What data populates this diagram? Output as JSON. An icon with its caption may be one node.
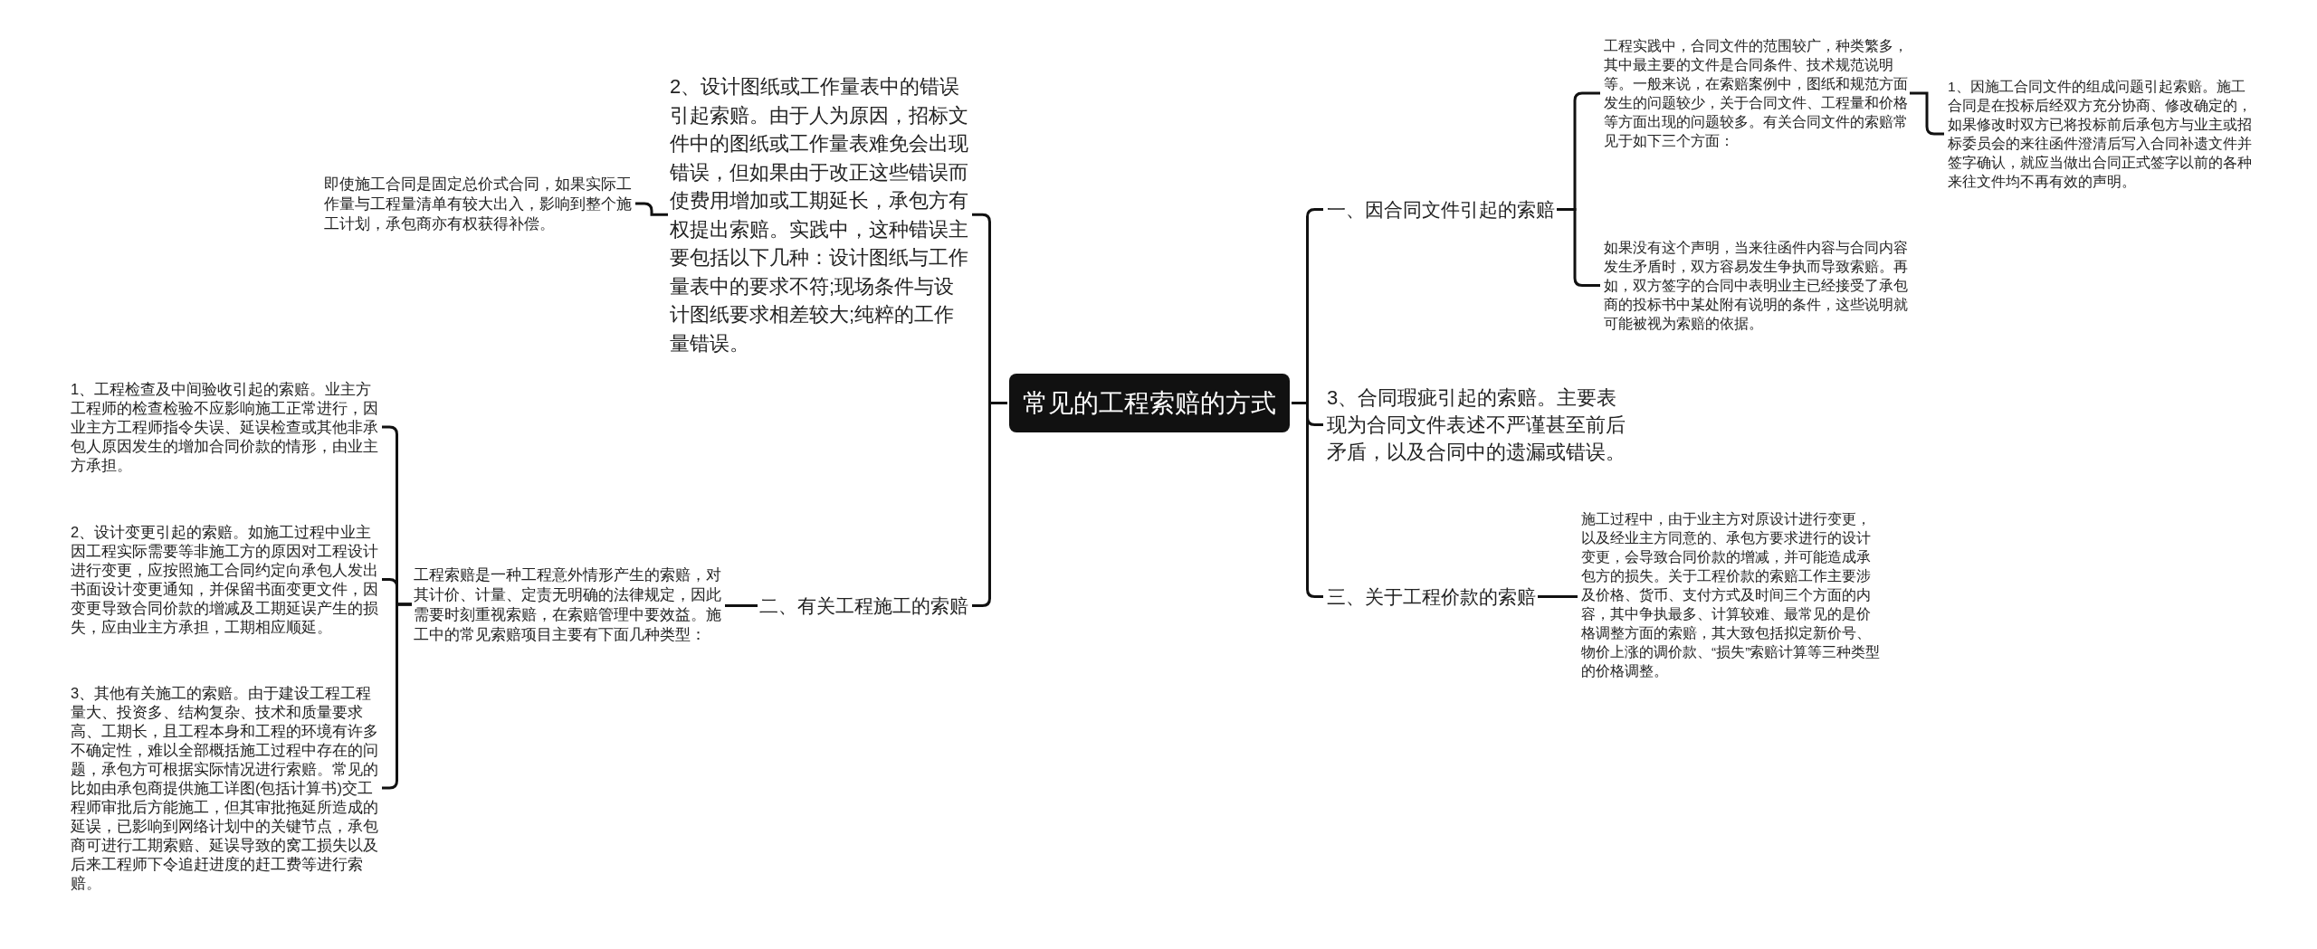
{
  "diagram": {
    "nodes": [
      {
        "text": [
          "常见的工程索赔的方式"
        ]
      },
      {
        "text": [
          "2、设计图纸或工作量表中的错误引起索赔。由于人为原因，招标文件中的图纸或工作量表难免会出现错误，但如果由于改正这些错误而使费用增加或工期延长，承包方有权提出索赔。实践中，这种错误主要包括以下几种：设计图纸与工作量表中的要求不符;现场条件与设计图纸要求相差较大;纯粹的工作量错误。"
        ]
      },
      {
        "text": [
          "即使施工合同是固定总价式合同，如果实际工作量与工程量清单有较大出入，影响到整个施工计划，承包商亦有权获得补偿。"
        ]
      },
      {
        "text": [
          "二、有关工程施工的索赔"
        ]
      },
      {
        "text": [
          "工程索赔是一种工程意外情形产生的索赔，对其计价、计量、定责无明确的法律规定，因此需要时刻重视索赔，在索赔管理中要效益。施工中的常见索赔项目主要有下面几种类型："
        ]
      },
      {
        "text": [
          "1、工程检查及中间验收引起的索赔。业主方工程师的检查检验不应影响施工正常进行，因业主方工程师指令失误、延误检查或其他非承包人原因发生的增加合同价款的情形，由业主方承担。"
        ]
      },
      {
        "text": [
          "2、设计变更引起的索赔。如施工过程中业主因工程实际需要等非施工方的原因对工程设计进行变更，应按照施工合同约定向承包人发出书面设计变更通知，并保留书面变更文件，因变更导致合同价款的增减及工期延误产生的损失，应由业主方承担，工期相应顺延。"
        ]
      },
      {
        "text": [
          "3、其他有关施工的索赔。由于建设工程工程量大、投资多、结构复杂、技术和质量要求高、工期长，且工程本身和工程的环境有许多不确定性，难以全部概括施工过程中存在的问题，承包方可根据实际情况进行索赔。常见的比如由承包商提供施工详图(包括计算书)交工程师审批后方能施工，但其审批拖延所造成的延误，已影响到网络计划中的关键节点，承包商可进行工期索赔、延误导致的窝工损失以及后来工程师下令追赶进度的赶工费等进行索赔。"
        ]
      },
      {
        "text": [
          "一、因合同文件引起的索赔"
        ]
      },
      {
        "text": [
          "工程实践中，合同文件的范围较广，种类繁多，其中最主要的文件是合同条件、技术规范说明等。一般来说，在索赔案例中，图纸和规范方面发生的问题较少，关于合同文件、工程量和价格等方面出现的问题较多。有关合同文件的索赔常见于如下三个方面："
        ]
      },
      {
        "text": [
          "1、因施工合同文件的组成问题引起索赔。施工合同是在投标后经双方充分协商、修改确定的，如果修改时双方已将投标前后承包方与业主或招标委员会的来往函件澄清后写入合同补遗文件并签字确认，就应当做出合同正式签字以前的各种来往文件均不再有效的声明。"
        ]
      },
      {
        "text": [
          "如果没有这个声明，当来往函件内容与合同内容发生矛盾时，双方容易发生争执而导致索赔。再如，双方签字的合同中表明业主已经接受了承包商的投标书中某处附有说明的条件，这些说明就可能被视为索赔的依据。"
        ]
      },
      {
        "text": [
          "3、合同瑕疵引起的索赔。主要表现为合同文件表述不严谨甚至前后矛盾，以及合同中的遗漏或错误。"
        ]
      },
      {
        "text": [
          "三、关于工程价款的索赔"
        ]
      },
      {
        "text": [
          "施工过程中，由于业主方对原设计进行变更，以及经业主方同意的、承包方要求进行的设计变更，会导致合同价款的增减，并可能造成承包方的损失。关于工程价款的索赔工作主要涉及价格、货币、支付方式及时间三个方面的内容，其中争执最多、计算较难、最常见的是价格调整方面的索赔，其大致包括拟定新价号、物价上涨的调价款、“损失”索赔计算等三种类型的价格调整。"
        ]
      }
    ],
    "edges": [
      {
        "from": 0,
        "to": 1,
        "arrow": "none"
      },
      {
        "from": 1,
        "to": 2,
        "arrow": "none"
      },
      {
        "from": 0,
        "to": 3,
        "arrow": "none"
      },
      {
        "from": 3,
        "to": 4,
        "arrow": "none"
      },
      {
        "from": 4,
        "to": 5,
        "arrow": "none"
      },
      {
        "from": 4,
        "to": 6,
        "arrow": "none"
      },
      {
        "from": 4,
        "to": 7,
        "arrow": "none"
      },
      {
        "from": 0,
        "to": 8,
        "arrow": "none"
      },
      {
        "from": 8,
        "to": 9,
        "arrow": "none"
      },
      {
        "from": 9,
        "to": 10,
        "arrow": "none"
      },
      {
        "from": 8,
        "to": 11,
        "arrow": "none"
      },
      {
        "from": 0,
        "to": 12,
        "arrow": "none"
      },
      {
        "from": 0,
        "to": 13,
        "arrow": "none"
      },
      {
        "from": 13,
        "to": 14,
        "arrow": "none"
      }
    ]
  }
}
